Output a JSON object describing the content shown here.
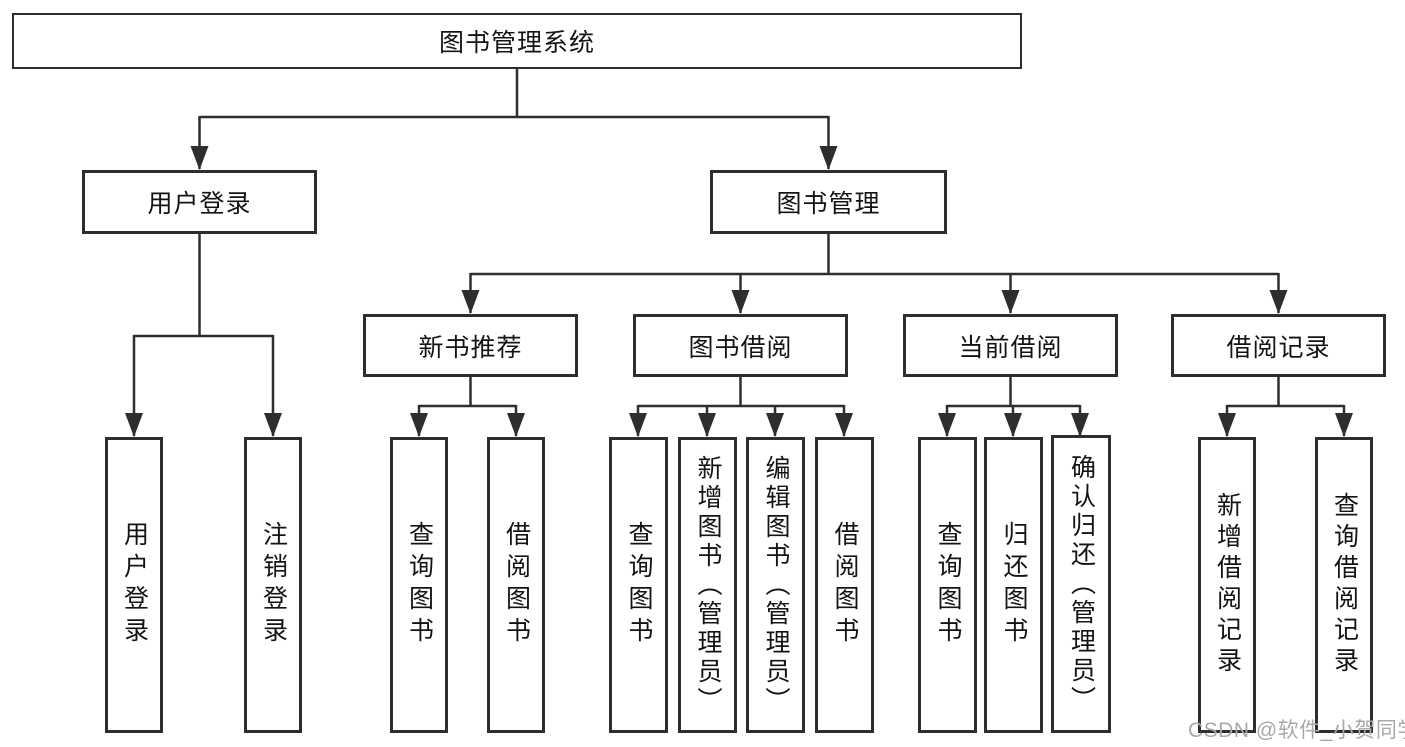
{
  "tree": {
    "root": {
      "label": "图书管理系统",
      "children": [
        {
          "label": "用户登录",
          "children": [
            {
              "label": "用户登录"
            },
            {
              "label": "注销登录"
            }
          ]
        },
        {
          "label": "图书管理",
          "children": [
            {
              "label": "新书推荐",
              "children": [
                {
                  "label": "查询图书"
                },
                {
                  "label": "借阅图书"
                }
              ]
            },
            {
              "label": "图书借阅",
              "children": [
                {
                  "label": "查询图书"
                },
                {
                  "label": "新增图书（管理员）"
                },
                {
                  "label": "编辑图书（管理员）"
                },
                {
                  "label": "借阅图书"
                }
              ]
            },
            {
              "label": "当前借阅",
              "children": [
                {
                  "label": "查询图书"
                },
                {
                  "label": "归还图书"
                },
                {
                  "label": "确认归还（管理员）"
                }
              ]
            },
            {
              "label": "借阅记录",
              "children": [
                {
                  "label": "新增借阅记录"
                },
                {
                  "label": "查询借阅记录"
                }
              ]
            }
          ]
        }
      ]
    }
  },
  "watermark": {
    "text": "CSDN @软件_小贺同学"
  },
  "colors": {
    "line": "#2e2e2e",
    "text": "#141414",
    "box-fill": "#ffffff",
    "watermark": "#a9a9a9",
    "page-bg": "#ffffff"
  }
}
